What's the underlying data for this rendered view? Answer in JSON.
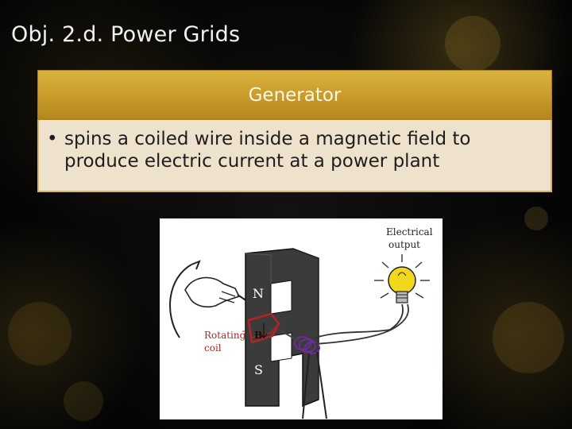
{
  "slide": {
    "title": "Obj. 2.d. Power Grids"
  },
  "card": {
    "header": "Generator",
    "bullet_symbol": "•",
    "body": "spins a coiled wire inside a magnetic field to produce electric current at a power plant"
  },
  "diagram": {
    "output_label_line1": "Electrical",
    "output_label_line2": "output",
    "pole_north": "N",
    "pole_south": "S",
    "field_label": "B",
    "coil_label_line1": "Rotating",
    "coil_label_line2": "coil",
    "colors": {
      "magnet": "#3b3b3b",
      "coil": "#b32424",
      "bulb": "#f2d81d",
      "rings": "#6c2a9a"
    }
  }
}
